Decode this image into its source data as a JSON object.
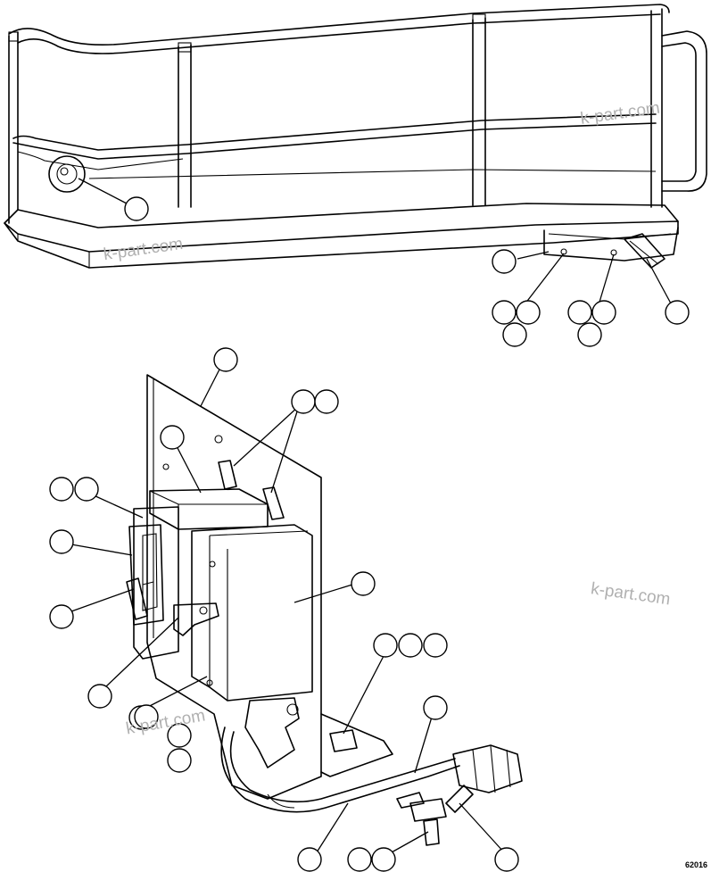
{
  "figure_number": "62016",
  "watermarks": [
    "k-part.com",
    "k-part.com",
    "k-part.com",
    "k-part.com"
  ],
  "callouts": [
    "",
    "",
    "",
    "",
    "",
    "",
    "",
    "",
    "",
    "",
    "",
    "",
    "",
    "",
    "",
    "",
    "",
    "",
    "",
    "",
    "",
    "",
    "",
    "",
    "",
    "",
    "",
    "",
    "",
    "",
    "",
    "",
    ""
  ]
}
